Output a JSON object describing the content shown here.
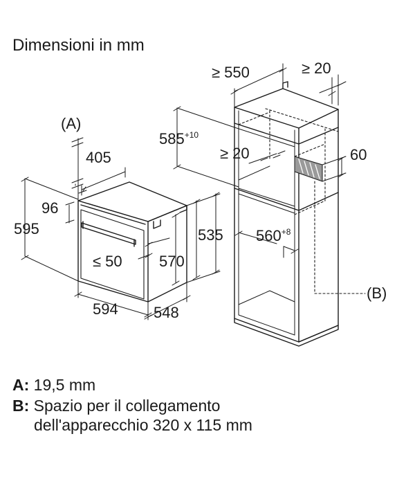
{
  "title": "Dimensioni in mm",
  "labels": {
    "A": "(A)",
    "B": "(B)",
    "w405": "405",
    "h96": "96",
    "h595": "595",
    "le50": "≤ 50",
    "h535": "535",
    "h570": "570",
    "w594": "594",
    "w548": "548",
    "ge550": "≥ 550",
    "ge20top": "≥ 20",
    "h585": "585",
    "h585sup": "+10",
    "ge20mid": "≥ 20",
    "w60": "60",
    "w560": "560",
    "w560sup": "+8"
  },
  "legend": {
    "a_key": "A:",
    "a_text": "19,5 mm",
    "b_key": "B:",
    "b_text": "Spazio per il collegamento",
    "b_text2": "dell'apparecchio 320 x 115 mm"
  }
}
